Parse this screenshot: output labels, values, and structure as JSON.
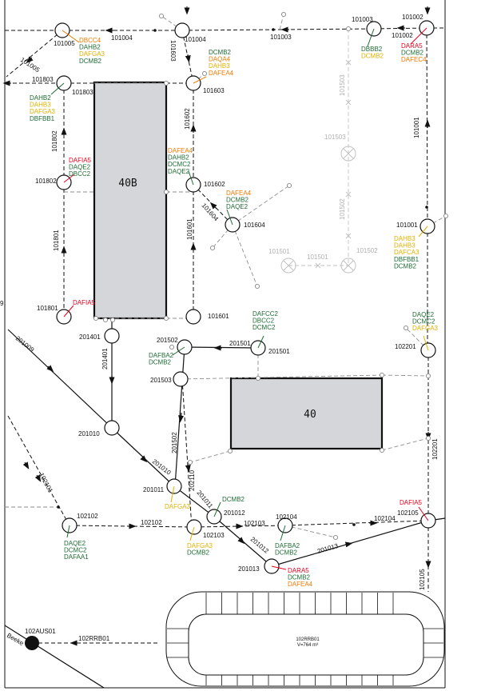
{
  "colors": {
    "red": "#e8001c",
    "green": "#1e6b34",
    "orange": "#ee7a00",
    "yellow": "#e0b000",
    "grey": "#9a9a9a",
    "light": "#bdbdbd",
    "building": "#d4d6d9"
  },
  "buildings": {
    "b40B": "40B",
    "b40": "40"
  },
  "tank": {
    "name": "102RRB01",
    "volume": "V=764 m³"
  },
  "nodes": {
    "n101005": "101005",
    "n101004": "101004",
    "n101003": "101003",
    "n101002": "101002",
    "n101803": "101803",
    "n101603": "101603",
    "n101802": "101802",
    "n101602": "101602",
    "n101604": "101604",
    "n101001": "101001",
    "n101801": "101801",
    "n101601": "101601",
    "n201401": "201401",
    "n201502": "201502",
    "n201501": "201501",
    "n201503": "201503",
    "n102201": "102201",
    "n201010": "201010",
    "n201011": "201011",
    "n201012": "201012",
    "n201013": "201013",
    "n102102": "102102",
    "n102103": "102103",
    "n102104": "102104",
    "n102105": "102105",
    "n102AUS01": "102AUS01",
    "g101503": "101503",
    "g101502": "101502",
    "g101501": "101501"
  },
  "pipes": {
    "p101004": "101004",
    "p101003": "101003",
    "p101002": "101002",
    "p101005": "101005",
    "p101603": "101603",
    "p101803": "101803",
    "p101602": "101602",
    "p101802": "101802",
    "p101604": "101604",
    "p101001": "101001",
    "p101601": "101601",
    "p101801": "101801",
    "p201009": "201009",
    "p201401": "201401",
    "p201501": "201501",
    "p201502": "201502",
    "p201010": "201010",
    "p102101": "102101",
    "p202110": "202110",
    "p201011": "201011",
    "p102201": "102201",
    "p102102": "102102",
    "p102103": "102103",
    "p102104": "102104",
    "p201012": "201012",
    "p201013": "201013",
    "p102105": "102105",
    "p102RRB01": "102RRB01",
    "beeke": "Beeke",
    "edge9": "9"
  },
  "codes": {
    "c101005": [
      {
        "t": "DBCC4",
        "c": "orange"
      },
      {
        "t": "DAHB2",
        "c": "green"
      },
      {
        "t": "DAFGA3",
        "c": "yellow"
      },
      {
        "t": "DCMB2",
        "c": "green"
      }
    ],
    "c101003": [
      {
        "t": "DBBB2",
        "c": "green"
      },
      {
        "t": "DCMB2",
        "c": "yellow"
      }
    ],
    "c101002": [
      {
        "t": "DARA5",
        "c": "red"
      },
      {
        "t": "DCMB2",
        "c": "green"
      },
      {
        "t": "DAFEC4",
        "c": "orange"
      }
    ],
    "c101603": [
      {
        "t": "DCMB2",
        "c": "green"
      },
      {
        "t": "DAQA4",
        "c": "orange"
      },
      {
        "t": "DAHB3",
        "c": "yellow"
      },
      {
        "t": "DAFEA4",
        "c": "orange"
      }
    ],
    "c101803": [
      {
        "t": "DAHB2",
        "c": "green"
      },
      {
        "t": "DAHB3",
        "c": "yellow"
      },
      {
        "t": "DAFGA3",
        "c": "yellow"
      },
      {
        "t": "DBFBB1",
        "c": "green"
      }
    ],
    "c101802": [
      {
        "t": "DAFIA5",
        "c": "red"
      },
      {
        "t": "DAQE2",
        "c": "green"
      },
      {
        "t": "DBCC2",
        "c": "green"
      }
    ],
    "c101602": [
      {
        "t": "DAFEA4",
        "c": "orange"
      },
      {
        "t": "DAHB2",
        "c": "green"
      },
      {
        "t": "DCMC2",
        "c": "green"
      },
      {
        "t": "DAQE2",
        "c": "green"
      }
    ],
    "c101604": [
      {
        "t": "DAFEA4",
        "c": "orange"
      },
      {
        "t": "DCMB2",
        "c": "green"
      },
      {
        "t": "DAQE2",
        "c": "green"
      }
    ],
    "c101001": [
      {
        "t": "DAHB3",
        "c": "yellow"
      },
      {
        "t": "DAHB3",
        "c": "yellow"
      },
      {
        "t": "DAFCA3",
        "c": "yellow"
      },
      {
        "t": "DBFBB1",
        "c": "green"
      },
      {
        "t": "DCMB2",
        "c": "green"
      }
    ],
    "c101801": [
      {
        "t": "DAFIA5",
        "c": "red"
      }
    ],
    "c201501": [
      {
        "t": "DAFCC2",
        "c": "green"
      },
      {
        "t": "DBCC2",
        "c": "green"
      },
      {
        "t": "DCMC2",
        "c": "green"
      }
    ],
    "c201502": [
      {
        "t": "DAFBA2",
        "c": "green"
      },
      {
        "t": "DCMB2",
        "c": "green"
      }
    ],
    "c102201": [
      {
        "t": "DAQE2",
        "c": "green"
      },
      {
        "t": "DCMC2",
        "c": "green"
      },
      {
        "t": "DAFGA3",
        "c": "yellow"
      }
    ],
    "c201011": [
      {
        "t": "DAFGA3",
        "c": "yellow"
      }
    ],
    "c201012": [
      {
        "t": "DCMB2",
        "c": "green"
      }
    ],
    "c102102": [
      {
        "t": "DAQE2",
        "c": "green"
      },
      {
        "t": "DCMC2",
        "c": "green"
      },
      {
        "t": "DAFAA1",
        "c": "green"
      }
    ],
    "c102103": [
      {
        "t": "DAFGA3",
        "c": "yellow"
      },
      {
        "t": "DCMB2",
        "c": "green"
      }
    ],
    "c102104": [
      {
        "t": "DAFBA2",
        "c": "green"
      },
      {
        "t": "DCMB2",
        "c": "green"
      }
    ],
    "c201013": [
      {
        "t": "DARA5",
        "c": "red"
      },
      {
        "t": "DCMB2",
        "c": "green"
      },
      {
        "t": "DAFEA4",
        "c": "orange"
      }
    ],
    "c102105": [
      {
        "t": "DAFIA5",
        "c": "red"
      }
    ]
  }
}
